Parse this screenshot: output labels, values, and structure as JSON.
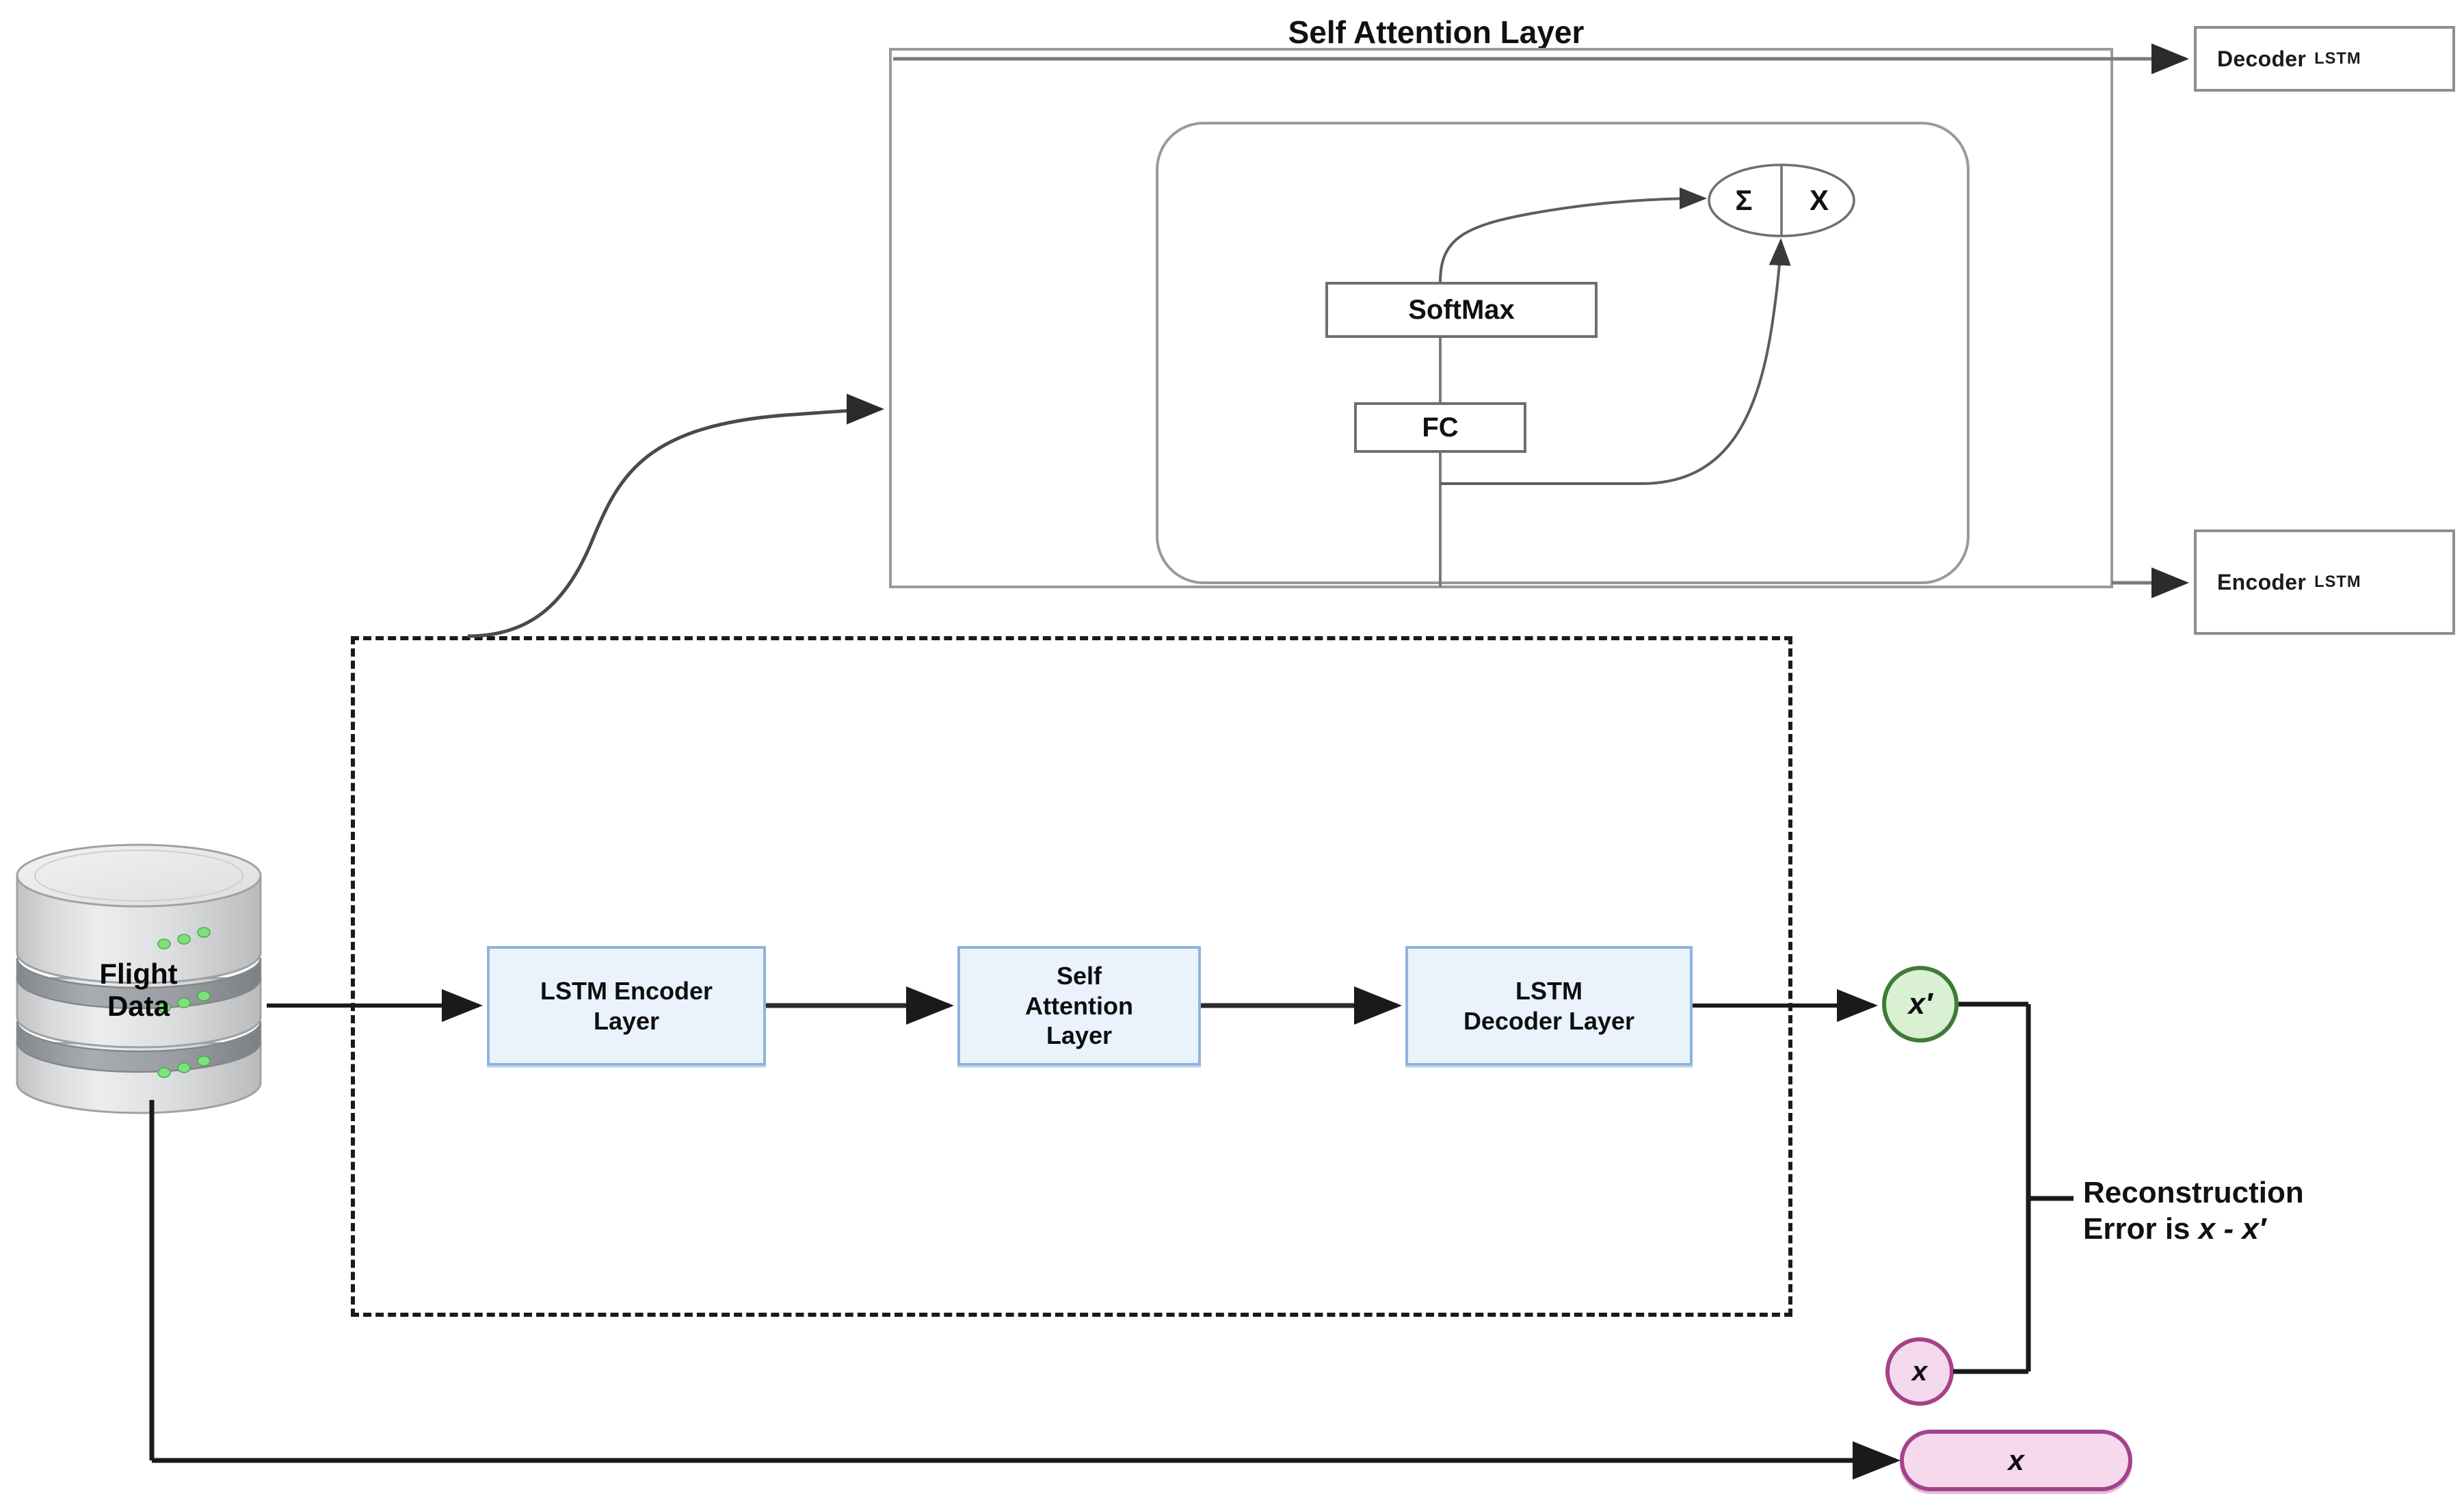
{
  "diagram": {
    "title": "Self Attention Layer",
    "attention_detail": {
      "softmax_label": "SoftMax",
      "fc_label": "FC",
      "combiner": {
        "sum_symbol": "Σ",
        "mult_symbol": "X"
      }
    },
    "side_tags": [
      {
        "name": "Decoder",
        "kind": "LSTM"
      },
      {
        "name": "Encoder",
        "kind": "LSTM"
      }
    ],
    "datastore": {
      "label_line1": "Flight",
      "label_line2": "Data"
    },
    "pipeline": [
      {
        "label_line1": "LSTM Encoder",
        "label_line2": "Layer"
      },
      {
        "label_line1": "Self",
        "label_line2": "Attention",
        "label_line3": "Layer"
      },
      {
        "label_line1": "LSTM",
        "label_line2": "Decoder Layer"
      }
    ],
    "nodes": {
      "reconstructed": "x′",
      "original_small": "x",
      "original_pill": "x"
    },
    "annotation": {
      "line1": "Reconstruction",
      "line2_prefix": "Error is ",
      "line2_expr": "x - x′"
    },
    "colors": {
      "blue_fill": "#eaf2fb",
      "blue_stroke": "#8fb3dd",
      "green_fill": "#d9f0d3",
      "green_stroke": "#3f7b36",
      "pink_fill": "#f4d9ec",
      "pink_stroke": "#a6418b",
      "line": "#1a1a1a",
      "panel_stroke": "#9a9a9a",
      "led_green": "#6fdc6f"
    }
  }
}
